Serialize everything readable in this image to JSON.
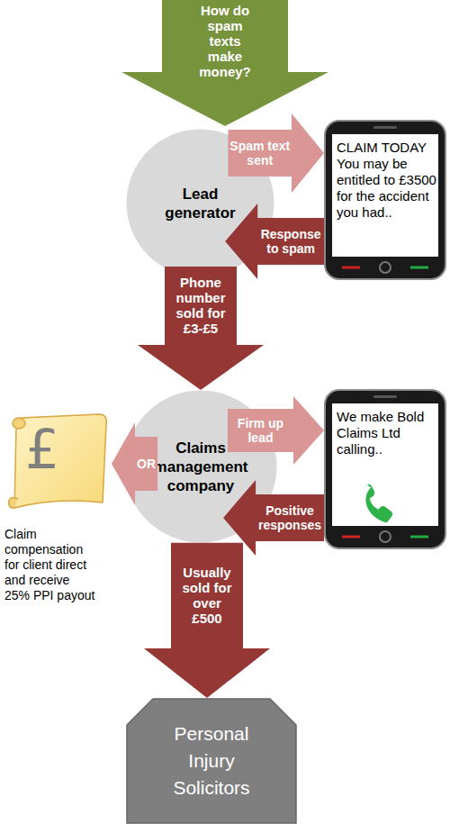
{
  "diagram": {
    "nodes": [
      {
        "text": [
          "How do spam texts make money?"
        ]
      },
      {
        "text": [
          "Lead generator"
        ]
      },
      {
        "text": [
          "CLAIM TODAY You may be entitled to £3500 for the accident you had.."
        ]
      },
      {
        "text": [
          "Claims management company"
        ]
      },
      {
        "text": [
          "We make Bold Claims Ltd calling.."
        ]
      },
      {
        "text": [
          "£",
          "Claim compensation for client direct and receive 25% PPI payout"
        ]
      },
      {
        "text": [
          "Personal Injury Solicitors"
        ]
      }
    ],
    "edges": [
      {
        "from": 1,
        "to": 2,
        "label": "Spam text sent",
        "arrow": "to"
      },
      {
        "from": 2,
        "to": 1,
        "label": "Response to spam",
        "arrow": "to"
      },
      {
        "from": 1,
        "to": 3,
        "label": "Phone number sold for £3-£5",
        "arrow": "to"
      },
      {
        "from": 3,
        "to": 4,
        "label": "Firm up lead",
        "arrow": "to"
      },
      {
        "from": 4,
        "to": 3,
        "label": "Positive responses",
        "arrow": "to"
      },
      {
        "from": 3,
        "to": 5,
        "label": "OR",
        "arrow": "to"
      },
      {
        "from": 3,
        "to": 6,
        "label": "Usually sold for over £500",
        "arrow": "to"
      }
    ]
  }
}
